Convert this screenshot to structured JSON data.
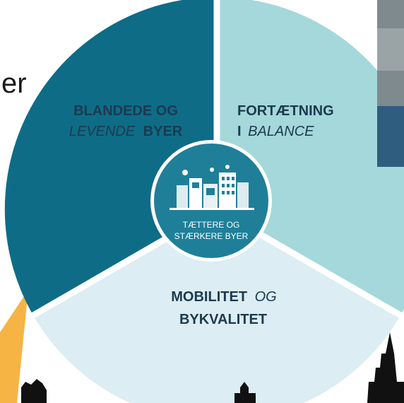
{
  "fragment_text": "er",
  "segments": {
    "top_left": {
      "line1": "BLANDEDE OG",
      "line2_italic": "LEVENDE",
      "line2_bold": "BYER"
    },
    "top_right": {
      "line1": "FORTÆTNING",
      "line2_bold": "I",
      "line2_italic": "BALANCE"
    },
    "bottom": {
      "line1_bold": "MOBILITET",
      "line1_italic": "OG",
      "line2": "BYKVALITET"
    }
  },
  "center": {
    "line1": "TÆTTERE OG",
    "line2": "STÆRKERE BYER"
  },
  "colors": {
    "dark_teal": "#0f6c87",
    "light_teal": "#a4d8da",
    "pale_blue": "#dcedf4",
    "center_circle": "#1f7f99",
    "orange_accent": "#f6b445",
    "label_dark": "#1b3a4f",
    "label_white": "#ffffff"
  }
}
